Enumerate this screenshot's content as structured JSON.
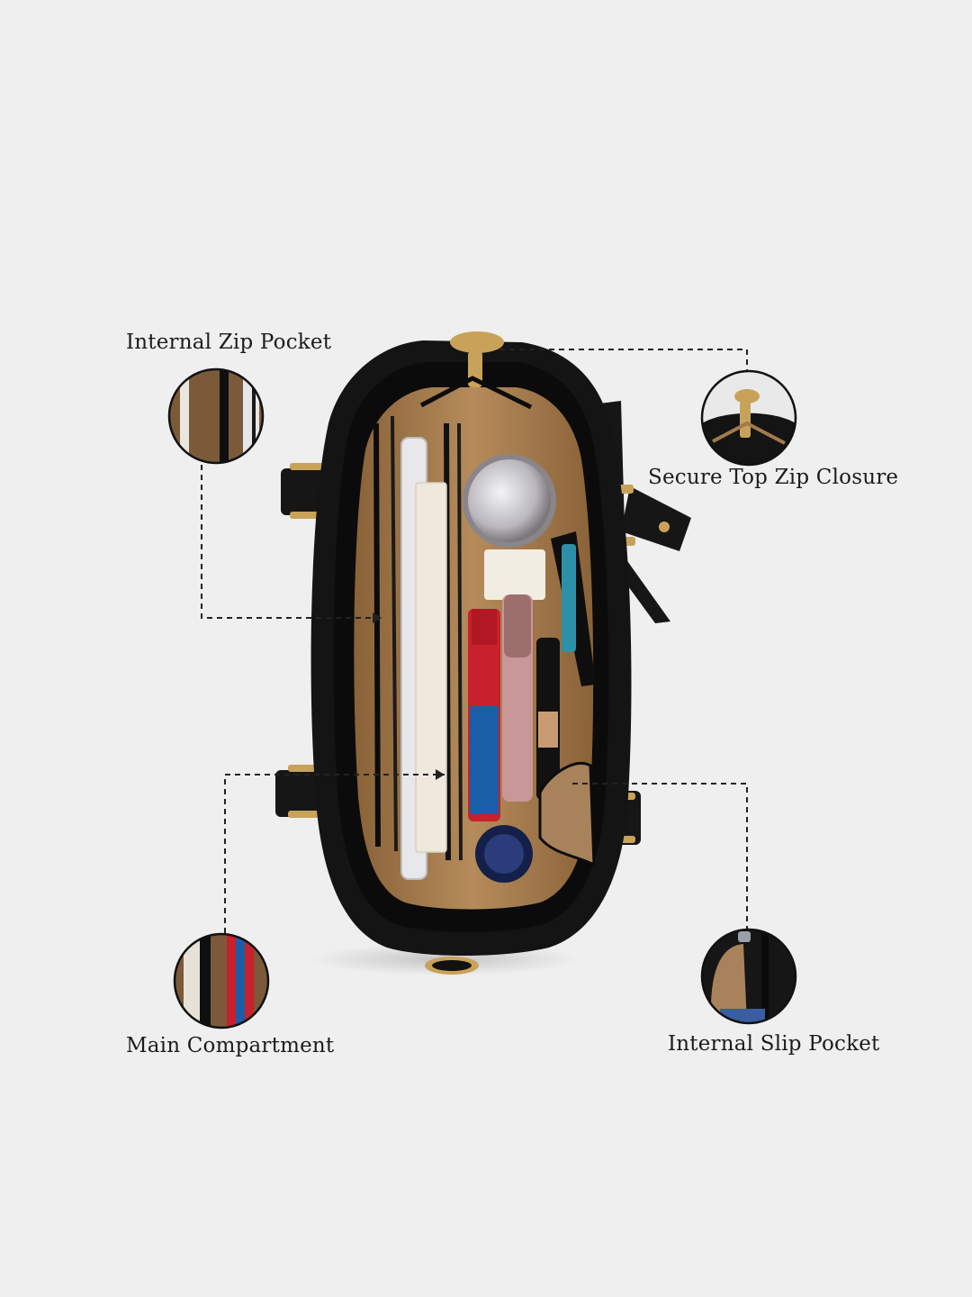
{
  "callouts": {
    "internal_zip_pocket": "Internal Zip Pocket",
    "secure_top_zip_closure": "Secure Top Zip Closure",
    "main_compartment": "Main Compartment",
    "internal_slip_pocket": "Internal Slip Pocket"
  },
  "colors": {
    "background": "#efefef",
    "bag_leather": "#141414",
    "lining": "#a77c4f",
    "hardware_gold": "#c9a25a",
    "leader_line": "#222222"
  },
  "icons": {
    "zip-pull": "gold zipper pull",
    "arrowhead": "callout arrow"
  }
}
